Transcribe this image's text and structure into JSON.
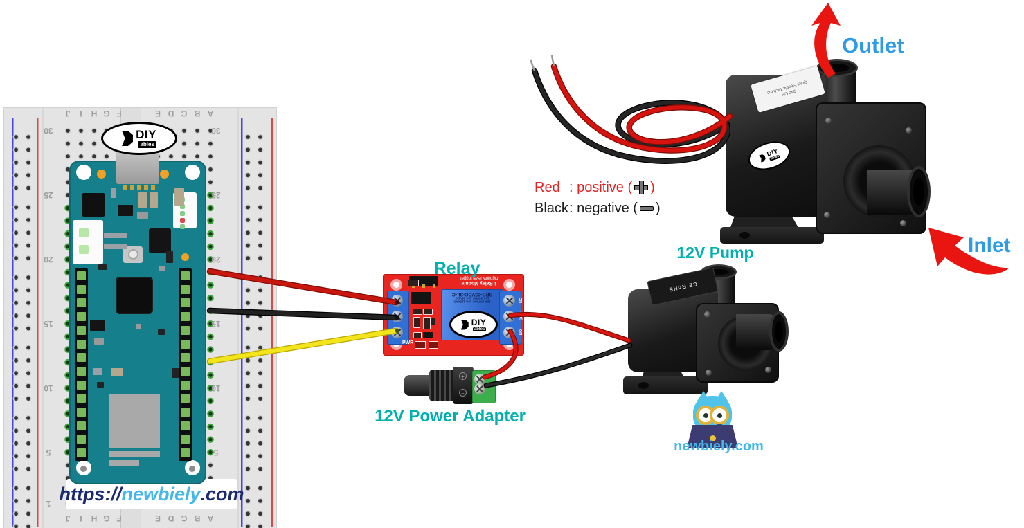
{
  "labels": {
    "outlet": "Outlet",
    "inlet": "Inlet",
    "pump": "12V Pump",
    "relay": "Relay",
    "adapter": "12V Power Adapter"
  },
  "legend": {
    "red_name": "Red",
    "red_desc": ": positive",
    "black_name": "Black",
    "black_desc": ": negative",
    "paren_open": "(",
    "paren_close": ")"
  },
  "watermark": "newbiely.com",
  "url_plate": {
    "prefix": "https://",
    "site": "newbiely",
    "tld": ".com"
  },
  "breadboard": {
    "columns_left": [
      "J",
      "I",
      "H",
      "G",
      "F"
    ],
    "columns_right": [
      "E",
      "D",
      "C",
      "B",
      "A"
    ],
    "row_numbers": [
      "30",
      "25",
      "20",
      "15",
      "10",
      "5",
      "1"
    ]
  },
  "brand": {
    "diy": "DIY",
    "ables": "ables"
  },
  "relay": {
    "pcb_line1": "1 Relay Module",
    "pcb_line2": "high/low level trigger",
    "model": "SRD-05VDC-SL-C",
    "rating1": "10A 250VAC 10A 125VAC",
    "rating2": "10A 30VDC 10A 28VDC",
    "terminals": [
      "NC",
      "COM",
      "NO"
    ],
    "pwr": "PWR"
  },
  "big_pump": {
    "sticker_line1": "240 L/H",
    "sticker_line2": "Quiet Electric Tech Inc"
  },
  "small_pump": {
    "sticker": "CE RoHS"
  },
  "colors": {
    "teal": "#00b0ad",
    "blue": "#2e9be6",
    "arrowRed": "#e81510",
    "wireRed": "#c8170f",
    "wireRedDark": "#7c0d07",
    "wireBlack": "#222222",
    "wireBlackDark": "#000000",
    "wireYellow": "#f2e51c",
    "wireYellowDark": "#b9a603",
    "pcbRed": "#e8251f",
    "boardTeal": "#157f8b",
    "terminalBlue": "#2f6fd6",
    "greenBlock": "#3cae4c",
    "navy": "#1b2a6e",
    "cyanUrl": "#45b7e8",
    "owlCyan": "#4fc4e8",
    "owlNavy": "#3d3c72",
    "glassYellow": "#e2b33c",
    "railBlue": "#4646e0",
    "railRed": "#e04646",
    "holeGreen": "#3fa43f"
  }
}
